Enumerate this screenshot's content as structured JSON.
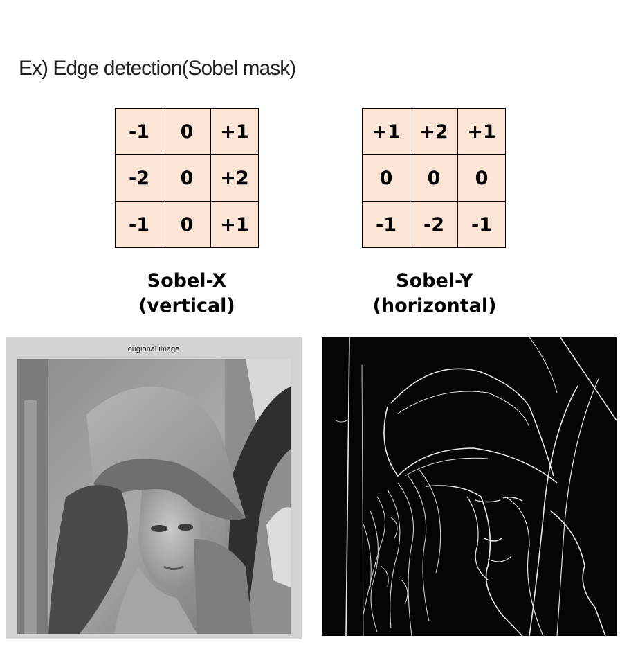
{
  "title": "Ex) Edge detection(Sobel mask)",
  "sobel_x": {
    "rows": [
      [
        "-1",
        "0",
        "+1"
      ],
      [
        "-2",
        "0",
        "+2"
      ],
      [
        "-1",
        "0",
        "+1"
      ]
    ],
    "caption_line1": "Sobel-X",
    "caption_line2": "(vertical)"
  },
  "sobel_y": {
    "rows": [
      [
        "+1",
        "+2",
        "+1"
      ],
      [
        "0",
        "0",
        "0"
      ],
      [
        "-1",
        "-2",
        "-1"
      ]
    ],
    "caption_line1": "Sobel-Y",
    "caption_line2": "(horizontal)"
  },
  "original_image": {
    "caption": "origional image"
  },
  "colors": {
    "kernel_cell": "#fce4d6",
    "photo_background": "#d2d2d2",
    "edge_background": "#050505"
  }
}
